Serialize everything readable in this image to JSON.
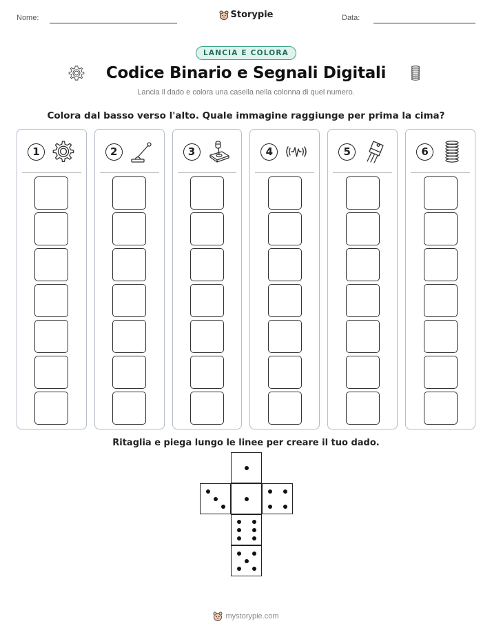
{
  "header": {
    "name_label": "Nome:",
    "date_label": "Data:",
    "brand": "Storypie"
  },
  "badge": "LANCIA E COLORA",
  "title": "Codice Binario e Segnali Digitali",
  "subtitle": "Lancia il dado e colora una casella nella colonna di quel numero.",
  "instruction": "Colora dal basso verso l'alto. Quale immagine raggiunge per prima la cima?",
  "columns": [
    {
      "number": "1",
      "icon": "gear-icon"
    },
    {
      "number": "2",
      "icon": "lever-switch-icon"
    },
    {
      "number": "3",
      "icon": "joystick-icon"
    },
    {
      "number": "4",
      "icon": "signal-wave-icon"
    },
    {
      "number": "5",
      "icon": "transistor-icon"
    },
    {
      "number": "6",
      "icon": "spring-icon"
    }
  ],
  "boxes_per_column": 7,
  "cut_instruction": "Ritaglia e piega lungo le linee per creare il tuo dado.",
  "die_faces": [
    1,
    3,
    1,
    4,
    6,
    5
  ],
  "footer": "mystorypie.com",
  "colors": {
    "badge_border": "#3aa58a",
    "badge_bg": "#dff3ec",
    "column_border": "#b8bccb"
  }
}
